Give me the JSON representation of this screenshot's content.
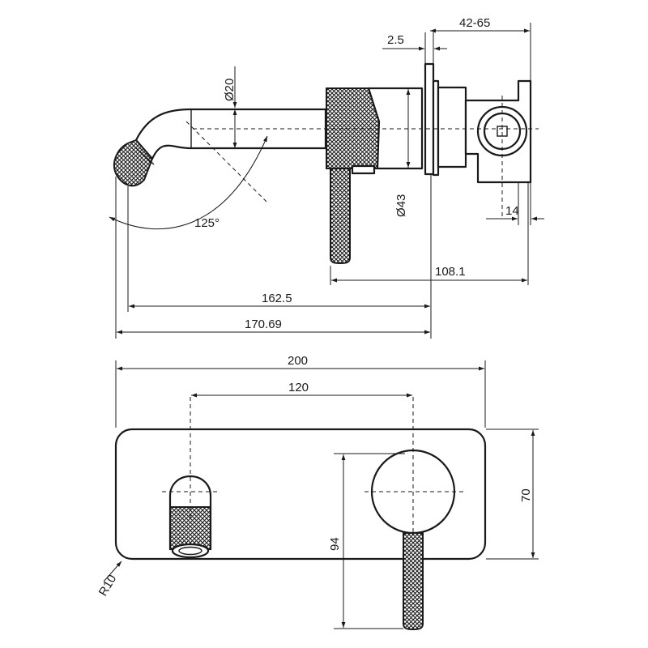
{
  "labels": {
    "diam20": "Ø20",
    "dim_2_5": "2.5",
    "dim_42_65": "42-65",
    "diam43": "Ø43",
    "dim_14": "14",
    "angle125": "125°",
    "dim_108_1": "108.1",
    "dim_162_5": "162.5",
    "dim_170_69": "170.69",
    "dim_200": "200",
    "dim_120": "120",
    "dim_70": "70",
    "dim_94": "94",
    "r10": "R10"
  },
  "colors": {
    "line": "#1a1a1a",
    "background": "#ffffff"
  }
}
